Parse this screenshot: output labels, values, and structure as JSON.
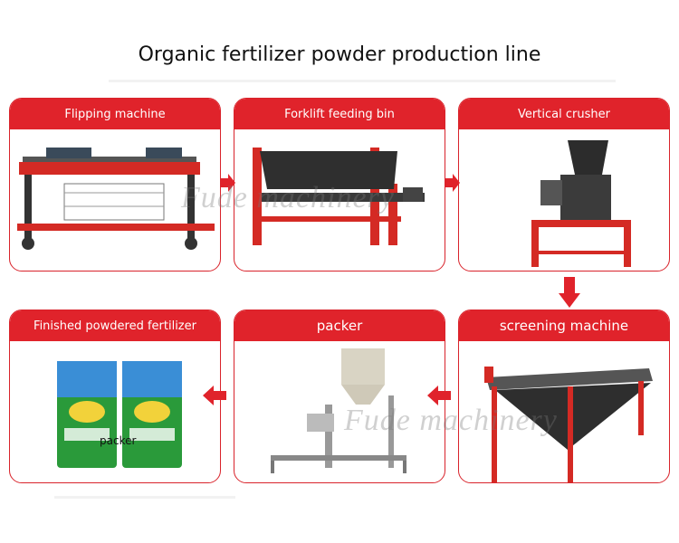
{
  "title": "Organic fertilizer powder production line",
  "watermark": "Fude machinery",
  "steps": [
    {
      "label": "Flipping machine"
    },
    {
      "label": "Forklift feeding bin"
    },
    {
      "label": "Vertical crusher"
    },
    {
      "label": "screening machine"
    },
    {
      "label": "packer"
    },
    {
      "label": "Finished powdered fertilizer"
    }
  ],
  "bag_text": "packer",
  "colors": {
    "accent": "#e0232b",
    "border": "#d9232b",
    "machine_red": "#d42a24",
    "machine_dark": "#333333"
  }
}
